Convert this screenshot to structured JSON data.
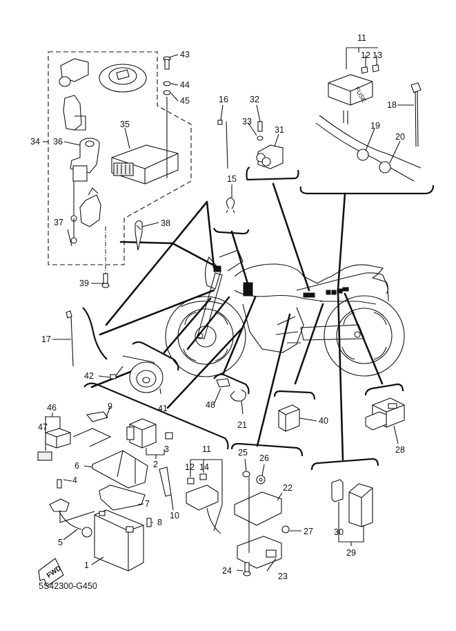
{
  "diagram": {
    "type": "exploded-parts-diagram",
    "subject": "motorcycle electrical components",
    "diagram_code": "5S42300-G450",
    "fwd_label": "FWD",
    "fuse_box_text": "FUSE",
    "callouts": {
      "c1": "1",
      "c2": "2",
      "c3": "3",
      "c4": "4",
      "c5": "5",
      "c6": "6",
      "c7": "7",
      "c8": "8",
      "c9": "9",
      "c10": "10",
      "c11a": "11",
      "c11b": "11",
      "c12a": "12",
      "c12b": "12",
      "c13": "13",
      "c14": "14",
      "c15": "15",
      "c16": "16",
      "c17": "17",
      "c18": "18",
      "c19": "19",
      "c20": "20",
      "c21": "21",
      "c22": "22",
      "c23": "23",
      "c24": "24",
      "c25": "25",
      "c26": "26",
      "c27": "27",
      "c28": "28",
      "c29": "29",
      "c30": "30",
      "c31": "31",
      "c32": "32",
      "c33": "33",
      "c34": "34",
      "c35": "35",
      "c36": "36",
      "c37": "37",
      "c38": "38",
      "c39": "39",
      "c40": "40",
      "c41": "41",
      "c42": "42",
      "c43": "43",
      "c44": "44",
      "c45": "45",
      "c46": "46",
      "c47": "47",
      "c48": "48"
    },
    "groups": [
      {
        "name": "ignition-lock-set",
        "callout": "34",
        "members": [
          "36",
          "37",
          "35"
        ]
      },
      {
        "name": "fuse-box-upper",
        "callout": "11",
        "members": [
          "12",
          "13"
        ]
      },
      {
        "name": "fuse-box-lower",
        "callout": "11",
        "members": [
          "12",
          "14"
        ]
      },
      {
        "name": "relay-set",
        "callout": "29",
        "members": [
          "30"
        ]
      },
      {
        "name": "connector-set",
        "callout": "46",
        "members": [
          "47"
        ]
      },
      {
        "name": "starter-relay",
        "callout": "2",
        "members": [
          "3"
        ]
      }
    ]
  }
}
